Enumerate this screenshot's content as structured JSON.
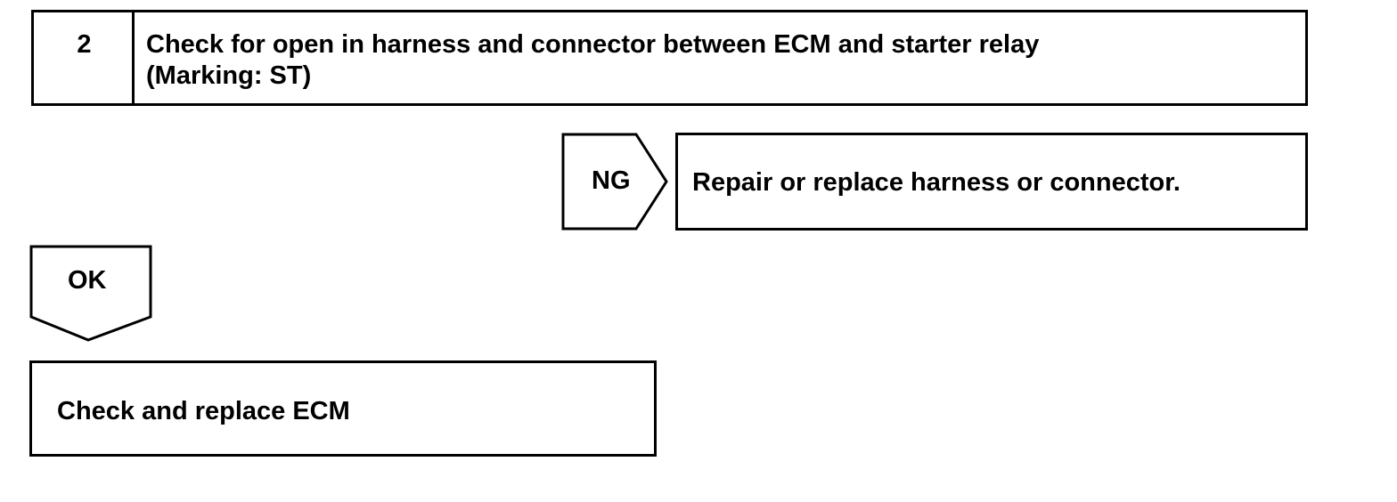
{
  "step": {
    "number": "2",
    "title_line1": "Check for open in harness and connector between ECM and starter relay",
    "title_line2": "(Marking: ST)"
  },
  "ng_branch": {
    "label": "NG",
    "result": "Repair or replace harness or connector."
  },
  "ok_branch": {
    "label": "OK",
    "result": "Check and replace ECM"
  },
  "colors": {
    "stroke": "#000000",
    "background": "#ffffff"
  }
}
